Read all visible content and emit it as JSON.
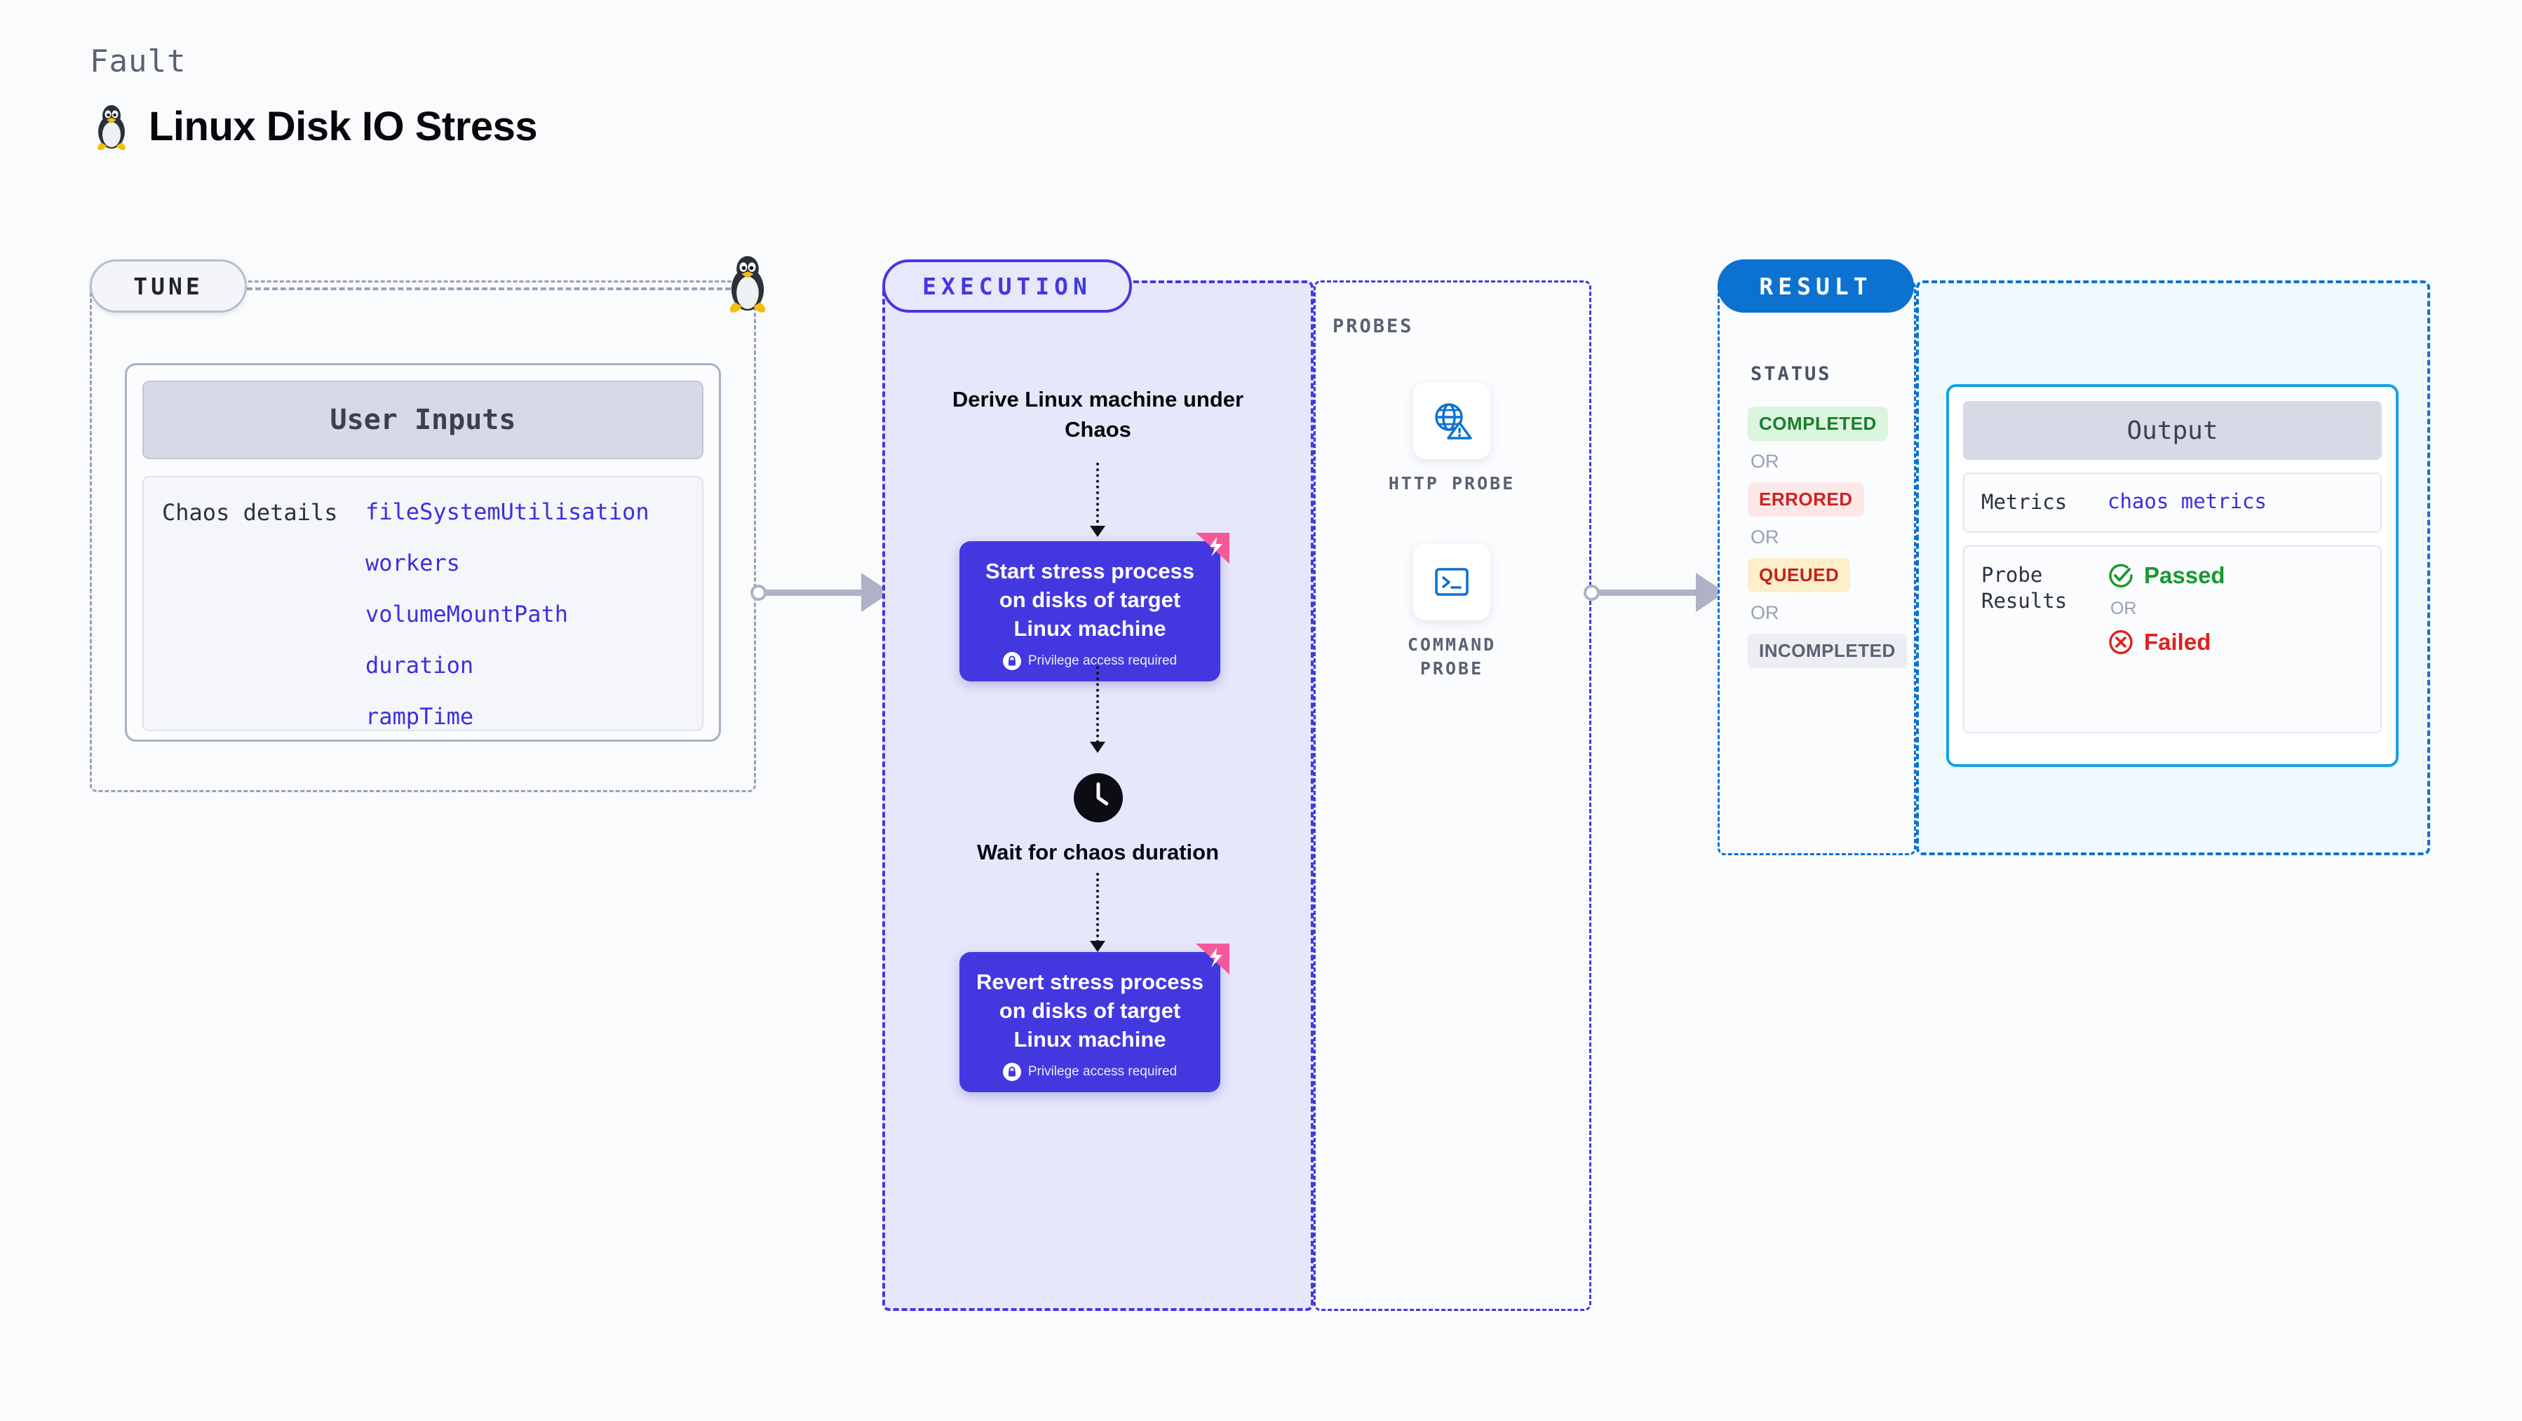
{
  "header": {
    "kicker": "Fault",
    "title": "Linux Disk IO Stress",
    "icon": "tux-penguin-icon"
  },
  "tune": {
    "pill_label": "TUNE",
    "marker_icon": "tux-penguin-icon",
    "card": {
      "header": "User Inputs",
      "params_label": "Chaos details",
      "params": [
        "fileSystemUtilisation",
        "workers",
        "volumeMountPath",
        "duration",
        "rampTime"
      ]
    }
  },
  "execution": {
    "pill_label": "EXECUTION",
    "derive_text": "Derive Linux machine under Chaos",
    "nodes": [
      {
        "title": "Start stress process on disks of target Linux machine",
        "badge": "Privilege access required",
        "badge_icon": "lock-icon",
        "corner_icon": "chaos-corner-icon"
      },
      {
        "title": "Revert stress process on disks of target Linux machine",
        "badge": "Privilege access required",
        "badge_icon": "lock-icon",
        "corner_icon": "chaos-corner-icon"
      }
    ],
    "wait": {
      "icon": "clock-icon",
      "label": "Wait for chaos duration"
    }
  },
  "probes": {
    "section_label": "PROBES",
    "items": [
      {
        "label": "HTTP PROBE",
        "icon": "globe-warning-icon"
      },
      {
        "label": "COMMAND PROBE",
        "icon": "terminal-icon"
      }
    ]
  },
  "result": {
    "pill_label": "RESULT",
    "status_label": "STATUS",
    "or_label": "OR",
    "statuses": [
      {
        "label": "COMPLETED",
        "bg": "#dcf5df",
        "fg": "#1a7d2a"
      },
      {
        "label": "ERRORED",
        "bg": "#fde8e8",
        "fg": "#cc2222"
      },
      {
        "label": "QUEUED",
        "bg": "#fdefc8",
        "fg": "#c0221c"
      },
      {
        "label": "INCOMPLETED",
        "bg": "#eceef4",
        "fg": "#5b6172"
      }
    ],
    "output": {
      "header": "Output",
      "metrics_key": "Metrics",
      "metrics_value": "chaos metrics",
      "probe_results_key": "Probe Results",
      "passed_label": "Passed",
      "passed_icon": "check-circle-icon",
      "failed_label": "Failed",
      "failed_icon": "x-circle-icon",
      "or_label": "OR"
    }
  },
  "colors": {
    "brand_indigo": "#4338e0",
    "result_blue": "#0b72d1",
    "output_border": "#14a0e8",
    "param_blue": "#3b2fe0",
    "pass_green": "#16992f",
    "fail_red": "#e0201c",
    "chaos_pink": "#ef4c8d",
    "connector_gray": "#aeb2c6"
  }
}
